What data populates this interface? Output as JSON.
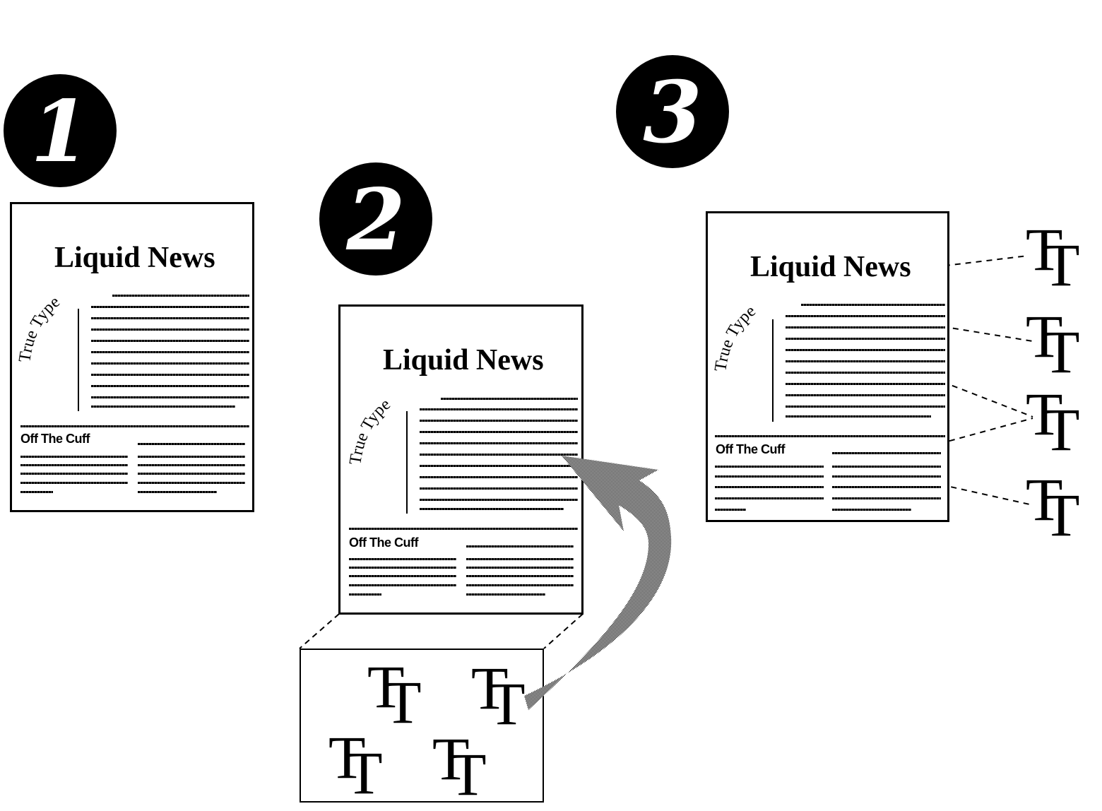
{
  "diagram": {
    "steps": [
      {
        "number": "1",
        "newsletter": {
          "title": "Liquid News",
          "curved_label": "True Type",
          "section_heading": "Off The Cuff"
        }
      },
      {
        "number": "2",
        "newsletter": {
          "title": "Liquid News",
          "curved_label": "True Type",
          "section_heading": "Off The Cuff"
        },
        "font_glyph": "T",
        "font_count": 4,
        "arrow": "embedded fonts move from font store into document"
      },
      {
        "number": "3",
        "newsletter": {
          "title": "Liquid News",
          "curved_label": "True Type",
          "section_heading": "Off The Cuff"
        },
        "font_glyph": "T",
        "font_count": 4,
        "connectors": "dashed lines link each text element to a TrueType font"
      }
    ],
    "colors": {
      "ink": "#000000",
      "arrow": "#555555",
      "background": "#ffffff"
    }
  }
}
